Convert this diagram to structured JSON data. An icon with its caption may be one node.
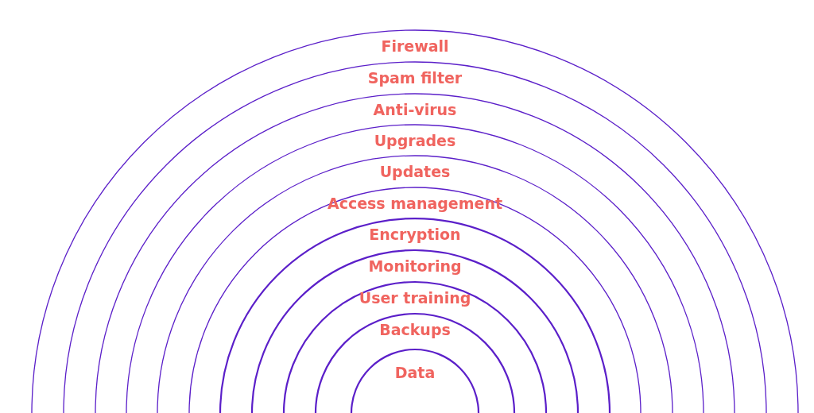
{
  "diagram": {
    "nodes": [
      {
        "text": [
          "Firewall"
        ]
      },
      {
        "text": [
          "Spam filter"
        ],
        "in": 0
      },
      {
        "text": [
          "Anti-virus"
        ],
        "in": 1
      },
      {
        "text": [
          "Upgrades"
        ],
        "in": 2
      },
      {
        "text": [
          "Updates"
        ],
        "in": 3
      },
      {
        "text": [
          "Access management"
        ],
        "in": 4
      },
      {
        "text": [
          "Encryption"
        ],
        "in": 5
      },
      {
        "text": [
          "Monitoring"
        ],
        "in": 6
      },
      {
        "text": [
          "User training"
        ],
        "in": 7
      },
      {
        "text": [
          "Backups"
        ],
        "in": 8
      },
      {
        "text": [
          "Data"
        ],
        "in": 9
      }
    ]
  }
}
